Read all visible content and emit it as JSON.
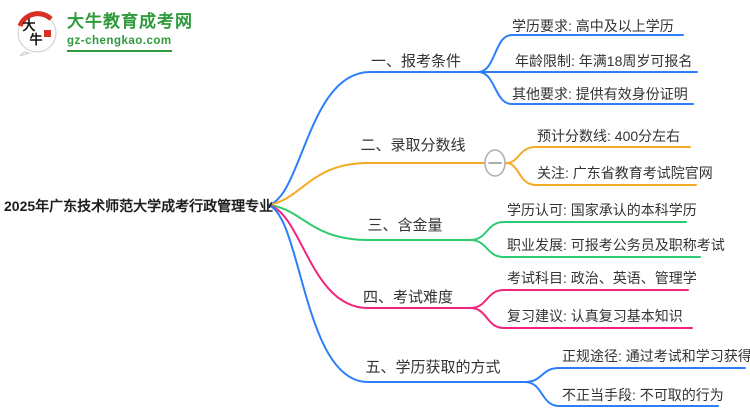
{
  "logo": {
    "title": "大牛教育成考网",
    "domain": "gz-chengkao.com",
    "icon_chars": "大牛",
    "green": "#2e9a3c",
    "seal_red": "#d93025"
  },
  "central": {
    "title": "2025年广东技术师范大学成考行政管理专业"
  },
  "branches": [
    {
      "label": "一、报考条件",
      "color": "#2d7ff9",
      "children": [
        "学历要求: 高中及以上学历",
        "年龄限制: 年满18周岁可报名",
        "其他要求: 提供有效身份证明"
      ]
    },
    {
      "label": "二、录取分数线",
      "color": "#f5a928",
      "collapse_toggle_icon": "minus-icon",
      "children": [
        "预计分数线: 400分左右",
        "关注: 广东省教育考试院官网"
      ]
    },
    {
      "label": "三、含金量",
      "color": "#2ecc71",
      "children": [
        "学历认可: 国家承认的本科学历",
        "职业发展: 可报考公务员及职称考试"
      ]
    },
    {
      "label": "四、考试难度",
      "color": "#f0267c",
      "children": [
        "考试科目: 政治、英语、管理学",
        "复习建议: 认真复习基本知识"
      ]
    },
    {
      "label": "五、学历获取的方式",
      "color": "#2d7ff9",
      "children": [
        "正规途径: 通过考试和学习获得",
        "不正当手段: 不可取的行为"
      ]
    }
  ]
}
